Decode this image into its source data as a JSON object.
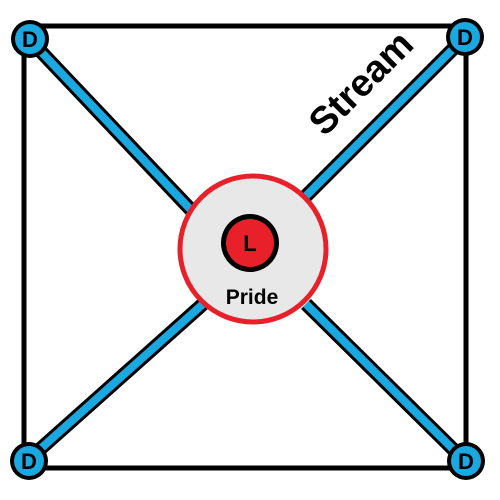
{
  "map": {
    "center": {
      "region_label": "Pride",
      "unit_label": "L",
      "region_fill": "#e8e8e8",
      "region_border": "#e8202a",
      "unit_fill": "#e8202a"
    },
    "corners": [
      {
        "id": "top-left",
        "label": "D"
      },
      {
        "id": "top-right",
        "label": "D"
      },
      {
        "id": "bottom-left",
        "label": "D"
      },
      {
        "id": "bottom-right",
        "label": "D"
      }
    ],
    "corner_fill": "#1aa8e0",
    "link_color": "#1aa8e0",
    "border_color": "#000000",
    "stream_label": "Stream"
  }
}
